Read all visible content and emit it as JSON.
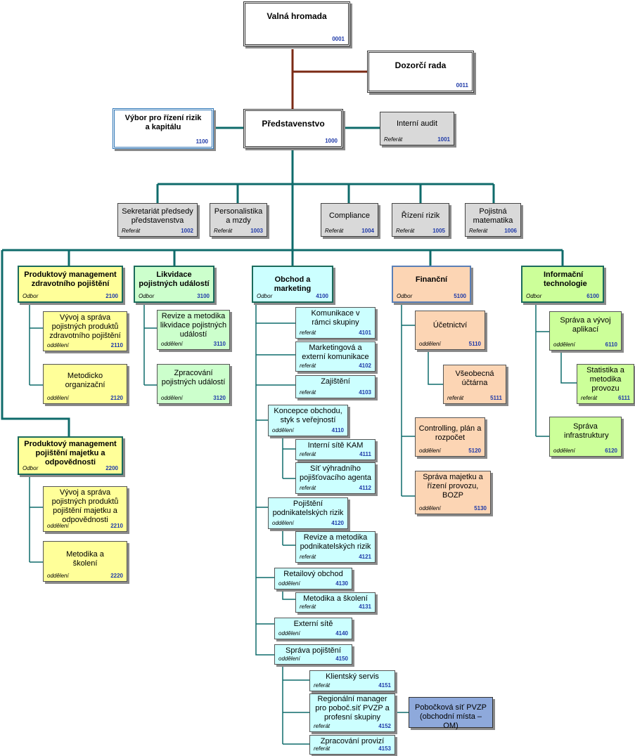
{
  "units": [
    {
      "key": "valna",
      "title": "Valná hromada",
      "label": "",
      "code": "0001"
    },
    {
      "key": "dozorci",
      "title": "Dozorčí rada",
      "label": "",
      "code": "0011"
    },
    {
      "key": "predstavenstvo",
      "title": "Představenstvo",
      "label": "",
      "code": "1000"
    },
    {
      "key": "vybor",
      "title": "Výbor pro řízení rizik a kapitálu",
      "label": "",
      "code": "1100"
    },
    {
      "key": "audit",
      "title": "Interní audit",
      "label": "Referát",
      "code": "1001"
    },
    {
      "key": "sekretariat",
      "title": "Sekretariát předsedy představenstva",
      "label": "Referát",
      "code": "1002"
    },
    {
      "key": "personalistika",
      "title": "Personalistika a mzdy",
      "label": "Referát",
      "code": "1003"
    },
    {
      "key": "compliance",
      "title": "Compliance",
      "label": "Referát",
      "code": "1004"
    },
    {
      "key": "rizeni_rizik",
      "title": "Řízení rizik",
      "label": "Referát",
      "code": "1005"
    },
    {
      "key": "pojistna_matematika",
      "title": "Pojistná matematika",
      "label": "Referát",
      "code": "1006"
    },
    {
      "key": "pm_zdrav",
      "title": "Produktový management zdravotního pojištění",
      "label": "Odbor",
      "code": "2100"
    },
    {
      "key": "vyvoj_zdrav",
      "title": "Vývoj a správa pojistných produktů zdravotního pojištění",
      "label": "oddělení",
      "code": "2110"
    },
    {
      "key": "metodicko",
      "title": "Metodicko organizační",
      "label": "oddělení",
      "code": "2120"
    },
    {
      "key": "pm_majetek",
      "title": "Produktový management pojištění majetku a odpovědnosti",
      "label": "Odbor",
      "code": "2200"
    },
    {
      "key": "vyvoj_majetek",
      "title": "Vývoj a správa pojistných produktů pojištění majetku a odpovědnosti",
      "label": "oddělení",
      "code": "2210"
    },
    {
      "key": "metodika_skoleni_2220",
      "title": "Metodika a školení",
      "label": "oddělení",
      "code": "2220"
    },
    {
      "key": "likvidace",
      "title": "Likvidace pojistných událostí",
      "label": "Odbor",
      "code": "3100"
    },
    {
      "key": "revize_likv",
      "title": "Revize a metodika likvidace pojistných událostí",
      "label": "oddělení",
      "code": "3110"
    },
    {
      "key": "zpracovani_pu",
      "title": "Zpracování pojistných událostí",
      "label": "oddělení",
      "code": "3120"
    },
    {
      "key": "obchod",
      "title": "Obchod a marketing",
      "label": "Odbor",
      "code": "4100"
    },
    {
      "key": "komunikace",
      "title": "Komunikace v rámci skupiny",
      "label": "referát",
      "code": "4101"
    },
    {
      "key": "marketing_ext",
      "title": "Marketingová a externí komunikace",
      "label": "referát",
      "code": "4102"
    },
    {
      "key": "zajisteni",
      "title": "Zajištění",
      "label": "referát",
      "code": "4103"
    },
    {
      "key": "koncepce",
      "title": "Koncepce obchodu, styk s veřejností",
      "label": "oddělení",
      "code": "4110"
    },
    {
      "key": "interni_kam",
      "title": "Interní sítě KAM",
      "label": "referát",
      "code": "4111"
    },
    {
      "key": "sit_vyhradni",
      "title": "Síť výhradního pojišťovacího agenta",
      "label": "referát",
      "code": "4112"
    },
    {
      "key": "pojisteni_podnik",
      "title": "Pojištění podnikatelských rizik",
      "label": "oddělení",
      "code": "4120"
    },
    {
      "key": "revize_podnik",
      "title": "Revize a metodika podnikatelských rizik",
      "label": "referát",
      "code": "4121"
    },
    {
      "key": "retail",
      "title": "Retailový obchod",
      "label": "oddělení",
      "code": "4130"
    },
    {
      "key": "metodika_4131",
      "title": "Metodika a školení",
      "label": "referát",
      "code": "4131"
    },
    {
      "key": "externi_site",
      "title": "Externí sítě",
      "label": "oddělení",
      "code": "4140"
    },
    {
      "key": "sprava_pojisteni",
      "title": "Správa pojištění",
      "label": "oddělení",
      "code": "4150"
    },
    {
      "key": "klientsky",
      "title": "Klientský servis",
      "label": "referát",
      "code": "4151"
    },
    {
      "key": "regionalni",
      "title": "Regionální manager pro poboč.síť PVZP a profesní skupiny",
      "label": "referát",
      "code": "4152"
    },
    {
      "key": "provize",
      "title": "Zpracování provizí",
      "label": "referát",
      "code": "4153"
    },
    {
      "key": "pobockova",
      "title": "Pobočková síť PVZP (obchodní místa – OM)",
      "label": "",
      "code": ""
    },
    {
      "key": "financni",
      "title": "Finanční",
      "label": "Odbor",
      "code": "5100"
    },
    {
      "key": "ucetnictvi",
      "title": "Účetnictví",
      "label": "oddělení",
      "code": "5110"
    },
    {
      "key": "vseobecna",
      "title": "Všeobecná účtárna",
      "label": "referát",
      "code": "5111"
    },
    {
      "key": "controlling",
      "title": "Controlling, plán a rozpočet",
      "label": "oddělení",
      "code": "5120"
    },
    {
      "key": "sprava_majetku",
      "title": "Správa majetku a řízení provozu, BOZP",
      "label": "oddělení",
      "code": "5130"
    },
    {
      "key": "it",
      "title": "Informační technologie",
      "label": "Odbor",
      "code": "6100"
    },
    {
      "key": "sprava_aplikaci",
      "title": "Správa a vývoj aplikací",
      "label": "oddělení",
      "code": "6110"
    },
    {
      "key": "statistika",
      "title": "Statistika a metodika provozu",
      "label": "referát",
      "code": "6111"
    },
    {
      "key": "infrastruktura",
      "title": "Správa infrastruktury",
      "label": "oddělení",
      "code": "6120"
    }
  ]
}
